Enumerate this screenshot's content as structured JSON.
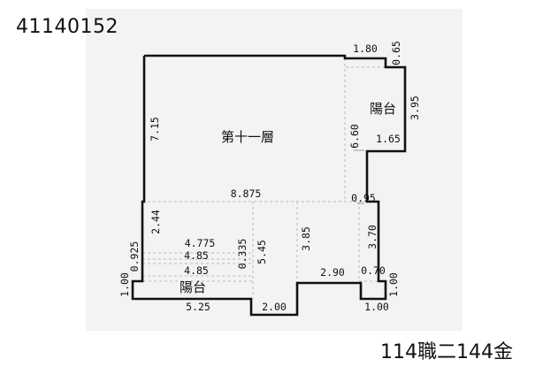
{
  "document_id": "41140152",
  "footer_label": "114職二144金",
  "rooms": {
    "main_floor": "第十一層",
    "balcony_upper": "陽台",
    "balcony_lower": "陽台"
  },
  "dimensions": {
    "top_1_80": "1.80",
    "top_0_65": "0.65",
    "right_3_95": "3.95",
    "left_7_15": "7.15",
    "mid_6_60": "6.60",
    "balcony_1_65": "1.65",
    "width_8_875": "8.875",
    "step_0_95": "0.95",
    "left_2_44": "2.44",
    "row_4_775": "4.775",
    "row_4_85_a": "4.85",
    "row_4_85_b": "4.85",
    "left_0_925": "0.925",
    "v_0_335": "0.335",
    "v_5_45": "5.45",
    "v_3_85": "3.85",
    "v_3_70": "3.70",
    "h_2_90": "2.90",
    "h_0_70": "0.70",
    "left_1_00": "1.00",
    "right_1_00": "1.00",
    "bottom_5_25": "5.25",
    "bottom_2_00": "2.00",
    "bottom_1_00": "1.00"
  }
}
